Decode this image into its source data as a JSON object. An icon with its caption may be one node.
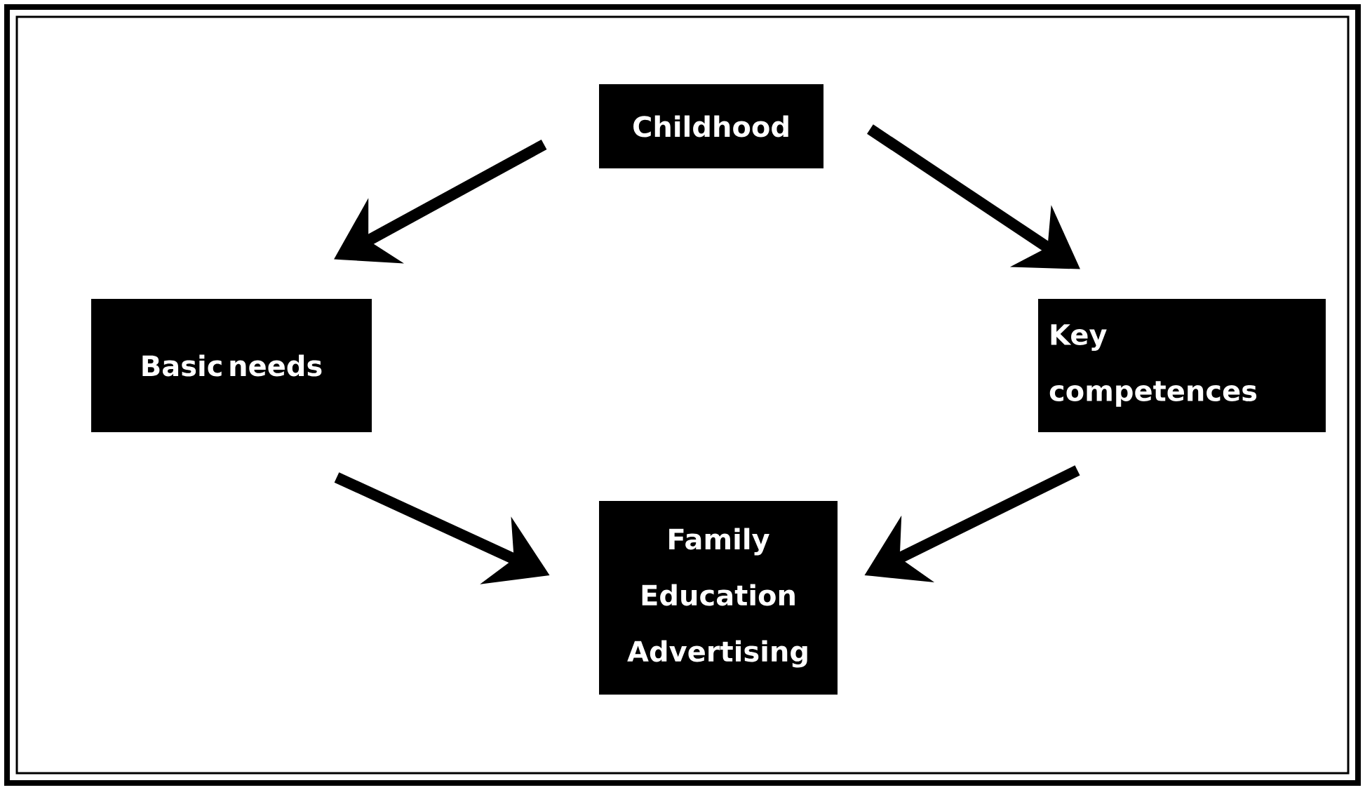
{
  "diagram": {
    "nodes": [
      {
        "text": [
          "Childhood"
        ]
      },
      {
        "text": [
          "Basic needs"
        ]
      },
      {
        "text": [
          "Key competences"
        ]
      },
      {
        "text": [
          "Family Education Advertising"
        ]
      }
    ],
    "edges": [
      {
        "from": 0,
        "to": 1,
        "arrow": "to"
      },
      {
        "from": 0,
        "to": 2,
        "arrow": "to"
      },
      {
        "from": 1,
        "to": 3,
        "arrow": "to"
      },
      {
        "from": 2,
        "to": 3,
        "arrow": "to"
      }
    ]
  }
}
